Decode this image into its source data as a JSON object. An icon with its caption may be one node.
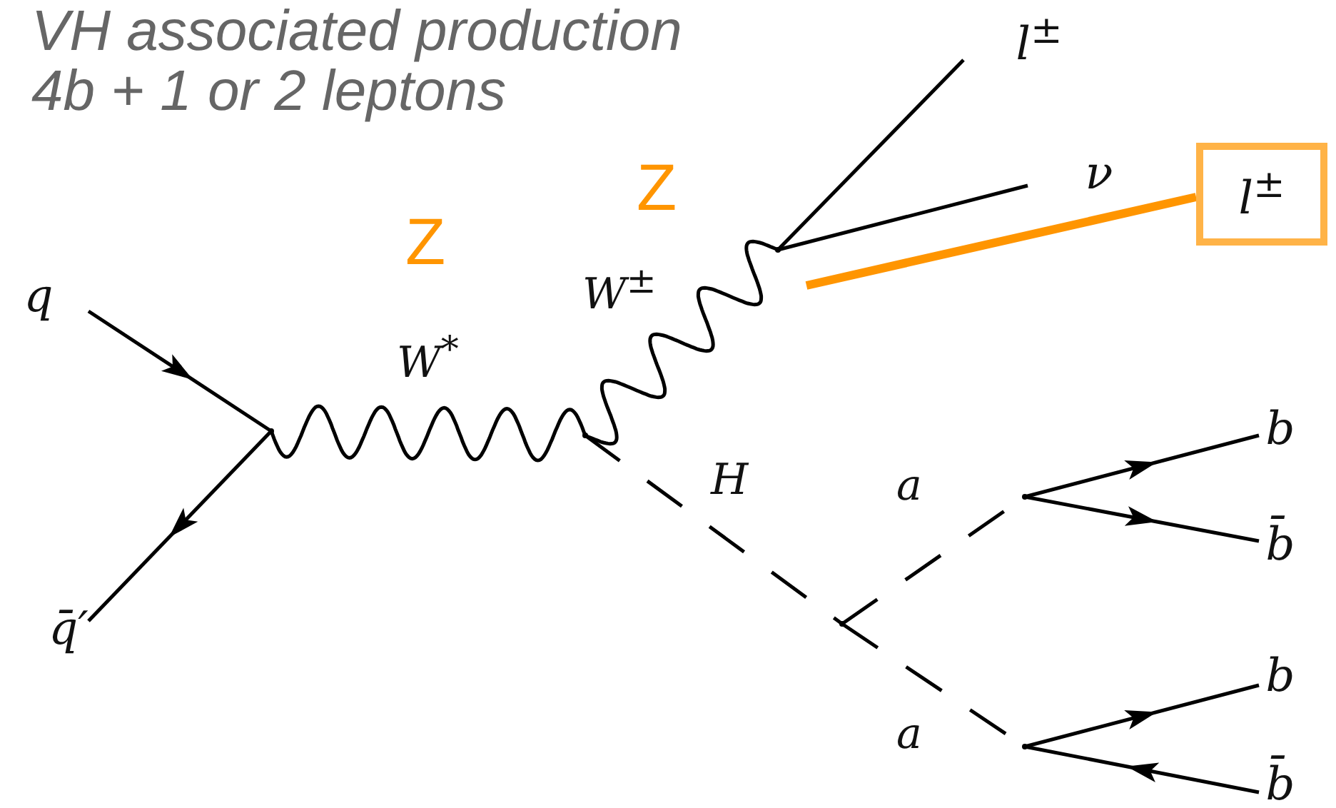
{
  "diagram": {
    "title": "VH associated production",
    "nodes": [
      {
        "text": [
          "q"
        ]
      },
      {
        "text": [
          "q̄′"
        ]
      },
      {
        "text": [],
        "shape": "point"
      },
      {
        "text": [],
        "shape": "point"
      },
      {
        "text": [],
        "shape": "point"
      },
      {
        "text": [
          "l$^{±}$"
        ]
      },
      {
        "text": [
          "ν"
        ]
      },
      {
        "text": [
          "l$^{±}$"
        ]
      },
      {
        "text": [],
        "shape": "point"
      },
      {
        "text": [],
        "shape": "point"
      },
      {
        "text": [],
        "shape": "point"
      },
      {
        "text": [
          "b"
        ]
      },
      {
        "text": [
          "b̄"
        ]
      },
      {
        "text": [
          "b"
        ]
      },
      {
        "text": [
          "b̄"
        ]
      }
    ],
    "edges": [
      {
        "from": 0,
        "to": 2,
        "arrow": "to"
      },
      {
        "from": 2,
        "to": 1,
        "arrow": "to"
      },
      {
        "from": 2,
        "to": 3,
        "arrow": "none",
        "label": "W$^{*}$"
      },
      {
        "from": 3,
        "to": 4,
        "arrow": "none",
        "label": "W$^{±}$"
      },
      {
        "from": 4,
        "to": 5,
        "arrow": "none"
      },
      {
        "from": 4,
        "to": 6,
        "arrow": "none"
      },
      {
        "from": null,
        "to": 7,
        "arrow": "none",
        "style": "thick",
        "color": "#ff9500"
      },
      {
        "from": 3,
        "to": 8,
        "arrow": "none",
        "label": "H",
        "style": "dashed"
      },
      {
        "from": 8,
        "to": 9,
        "arrow": "none",
        "label": "a",
        "style": "dashed"
      },
      {
        "from": 8,
        "to": 10,
        "arrow": "none",
        "label": "a",
        "style": "dashed"
      },
      {
        "from": 9,
        "to": 11,
        "arrow": "to"
      },
      {
        "from": 9,
        "to": 12,
        "arrow": "to"
      },
      {
        "from": 10,
        "to": 13,
        "arrow": "to"
      },
      {
        "from": 14,
        "to": 10,
        "arrow": "to"
      }
    ],
    "labels": [
      "4b + 1 or 2 leptons",
      "Z",
      "Z"
    ]
  }
}
